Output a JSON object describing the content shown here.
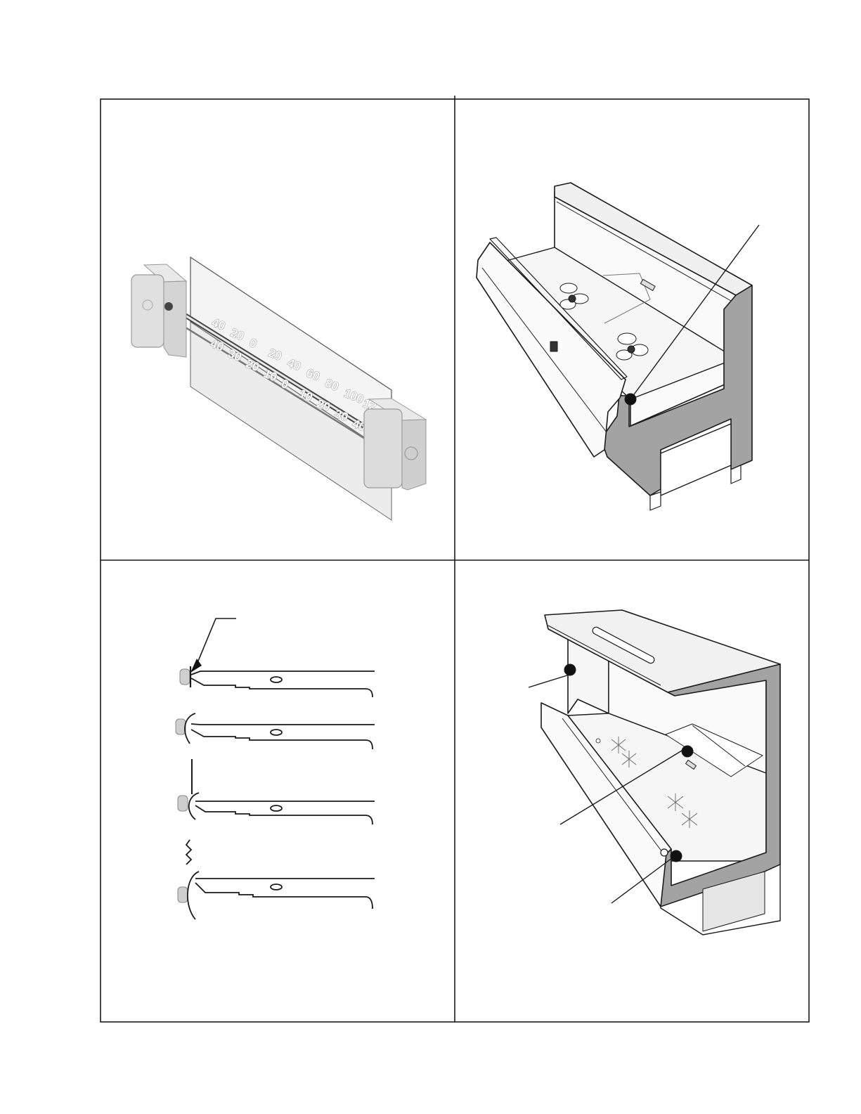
{
  "thermometer": {
    "upper_scale": [
      "40",
      "20",
      "0",
      "20",
      "40",
      "60",
      "80",
      "100",
      "12"
    ],
    "lower_scale": [
      "40",
      "30",
      "20",
      "10",
      "0",
      "10",
      "20",
      "30",
      "40"
    ]
  },
  "colors": {
    "line": "#1a1a1a",
    "section_fill": "#a3a3a3",
    "panel_fill": "#f7f7f7",
    "bumper_fill": "#cfcfcf",
    "callout_dot": "#111111"
  }
}
